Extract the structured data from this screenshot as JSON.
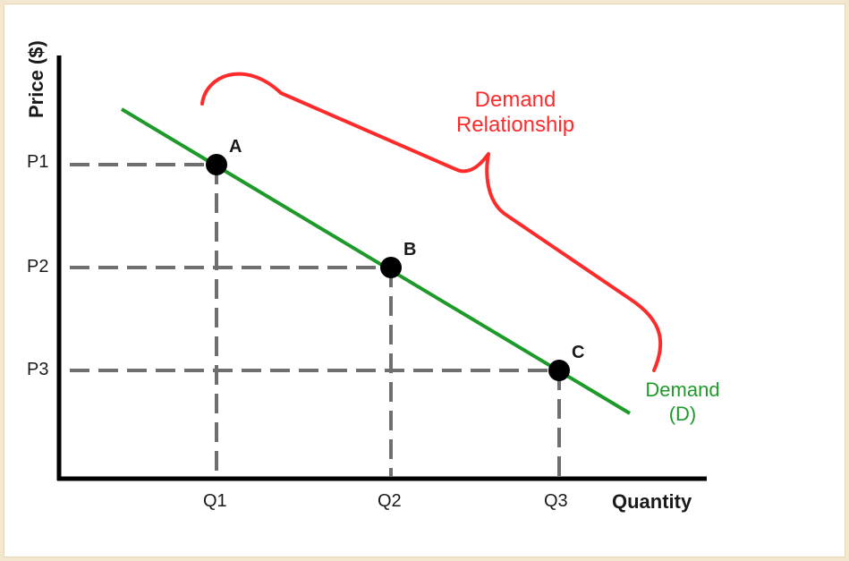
{
  "chart_data": {
    "type": "line",
    "xlabel": "Quantity",
    "ylabel": "Price ($)",
    "x_ticks": [
      "Q1",
      "Q2",
      "Q3"
    ],
    "y_ticks": [
      "P1",
      "P2",
      "P3"
    ],
    "series": [
      {
        "name": "Demand\n(D)",
        "name_lines": [
          "Demand",
          "(D)"
        ],
        "color": "#1e9a2a",
        "points": [
          {
            "label": "A",
            "x": "Q1",
            "y": "P1"
          },
          {
            "label": "B",
            "x": "Q2",
            "y": "P2"
          },
          {
            "label": "C",
            "x": "Q3",
            "y": "P3"
          }
        ]
      }
    ],
    "annotations": [
      {
        "text_lines": [
          "Demand",
          "Relationship"
        ],
        "color": "#ff2a2a"
      }
    ],
    "grid": false
  }
}
